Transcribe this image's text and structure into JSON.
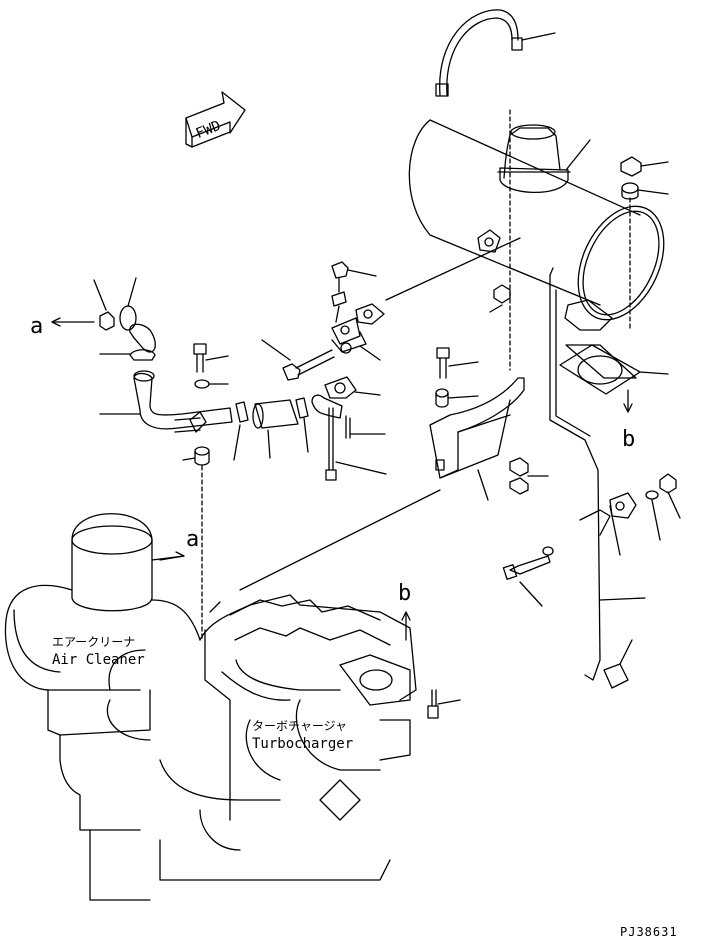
{
  "diagram": {
    "direction_marker": "FWD",
    "ref_label_a": "a",
    "ref_label_b": "b",
    "air_cleaner_jp": "エアークリーナ",
    "air_cleaner_en": "Air Cleaner",
    "turbo_jp": "ターボチャージャ",
    "turbo_en": "Turbocharger",
    "drawing_code": "PJ38631"
  }
}
